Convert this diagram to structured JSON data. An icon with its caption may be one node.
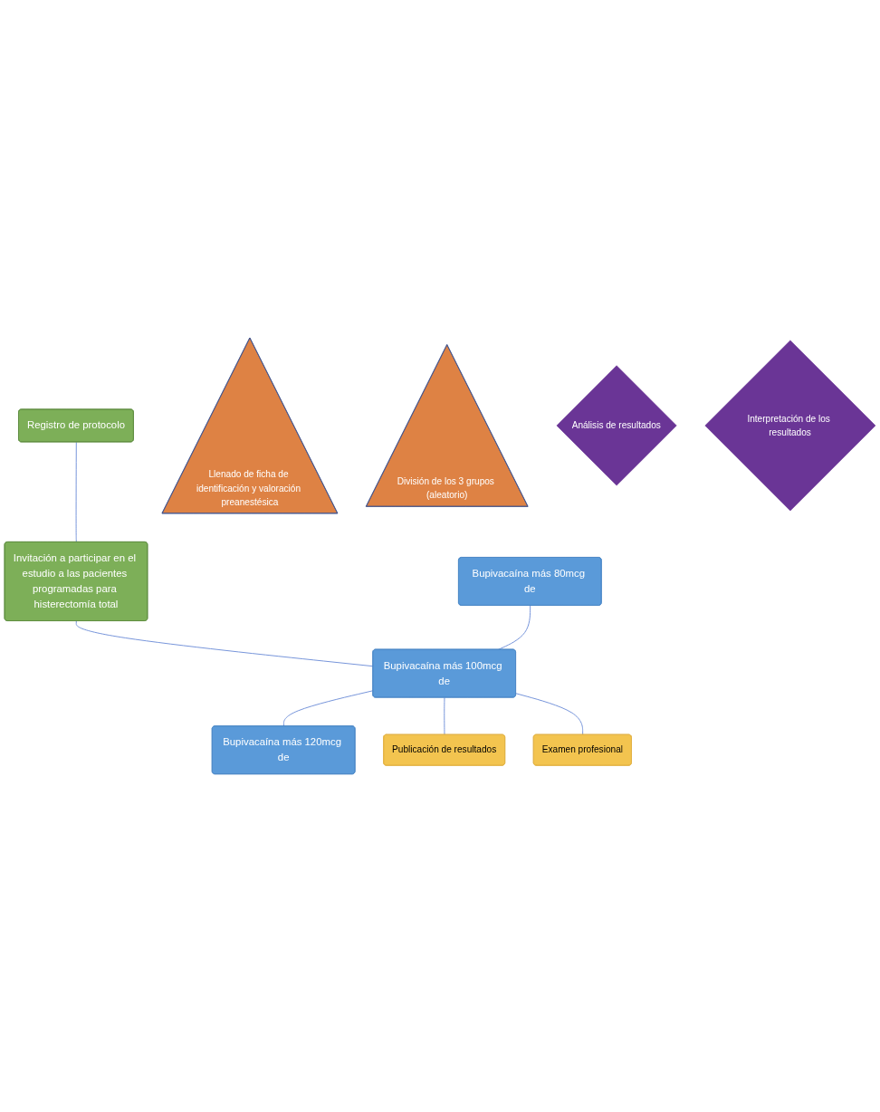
{
  "diagram": {
    "nodes": [
      {
        "text": [
          "Registro de protocolo"
        ]
      },
      {
        "text": [
          "Invitación a participar en el estudio a las pacientes programadas para histerectomía total"
        ]
      },
      {
        "text": [
          "Llenado de ficha de identificación y valoración preanestésica"
        ]
      },
      {
        "text": [
          "División de los 3 grupos (aleatorio)"
        ]
      },
      {
        "text": [
          "Bupivacaína más 80mcg de"
        ]
      },
      {
        "text": [
          "Bupivacaína más 100mcg de"
        ]
      },
      {
        "text": [
          "Bupivacaína más 120mcg de"
        ]
      },
      {
        "text": [
          "Análisis de resultados"
        ]
      },
      {
        "text": [
          "Interpretación de los resultados"
        ]
      },
      {
        "text": [
          "Publicación de resultados"
        ]
      },
      {
        "text": [
          "Examen profesional"
        ]
      }
    ],
    "edges": [
      {
        "from": 0,
        "to": 1,
        "arrow": "none"
      },
      {
        "from": 1,
        "to": 5,
        "arrow": "none"
      },
      {
        "from": 4,
        "to": 5,
        "arrow": "none"
      },
      {
        "from": 5,
        "to": 6,
        "arrow": "none"
      },
      {
        "from": 5,
        "to": 9,
        "arrow": "none"
      },
      {
        "from": 5,
        "to": 10,
        "arrow": "none"
      }
    ]
  }
}
